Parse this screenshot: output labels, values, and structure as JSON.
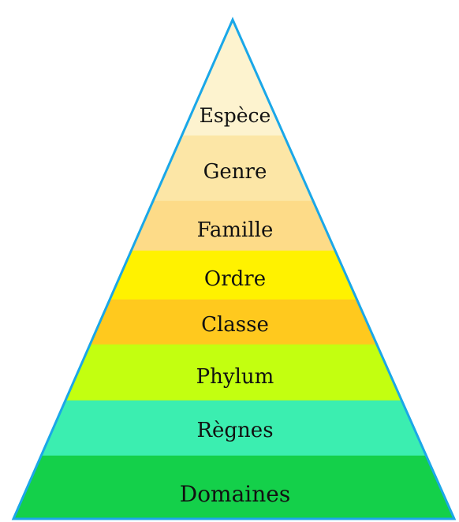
{
  "diagram": {
    "levels": [
      {
        "label": "Espèce",
        "color": "#fdf3cf"
      },
      {
        "label": "Genre",
        "color": "#fce6a6"
      },
      {
        "label": "Famille",
        "color": "#fddb88"
      },
      {
        "label": "Ordre",
        "color": "#fff200"
      },
      {
        "label": "Classe",
        "color": "#ffc91e"
      },
      {
        "label": "Phylum",
        "color": "#c3ff10"
      },
      {
        "label": "Règnes",
        "color": "#3beeb0"
      },
      {
        "label": "Domaines",
        "color": "#14d04a"
      }
    ],
    "outline_color": "#1aa7e8"
  }
}
